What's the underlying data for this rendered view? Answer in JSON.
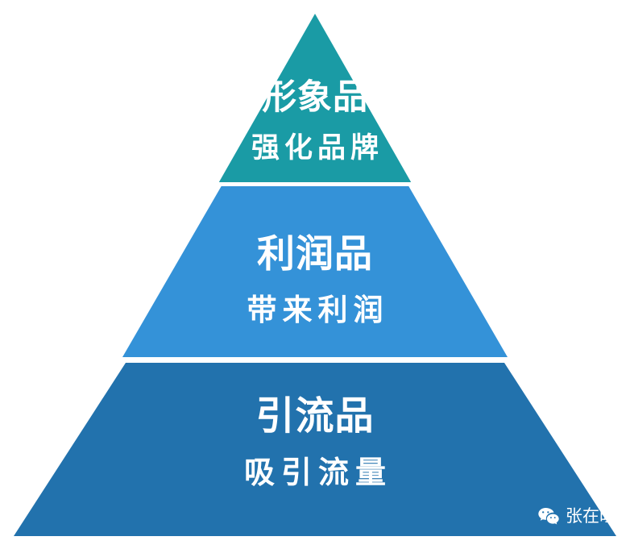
{
  "diagram": {
    "type": "pyramid",
    "background_color": "#ffffff",
    "tiers": [
      {
        "id": "tier-1",
        "position": "top",
        "title": "形象品",
        "subtitle": "强化品牌",
        "color": "#1a9ba5",
        "text_color": "#ffffff"
      },
      {
        "id": "tier-2",
        "position": "middle",
        "title": "利润品",
        "subtitle": "带来利润",
        "color": "#3492d8",
        "text_color": "#ffffff"
      },
      {
        "id": "tier-3",
        "position": "bottom",
        "title": "引流品",
        "subtitle": "吸引流量",
        "color": "#2272ad",
        "text_color": "#ffffff"
      }
    ]
  },
  "watermark": {
    "icon": "wechat-icon",
    "label": "张在旺",
    "text_color": "#ffffff"
  }
}
